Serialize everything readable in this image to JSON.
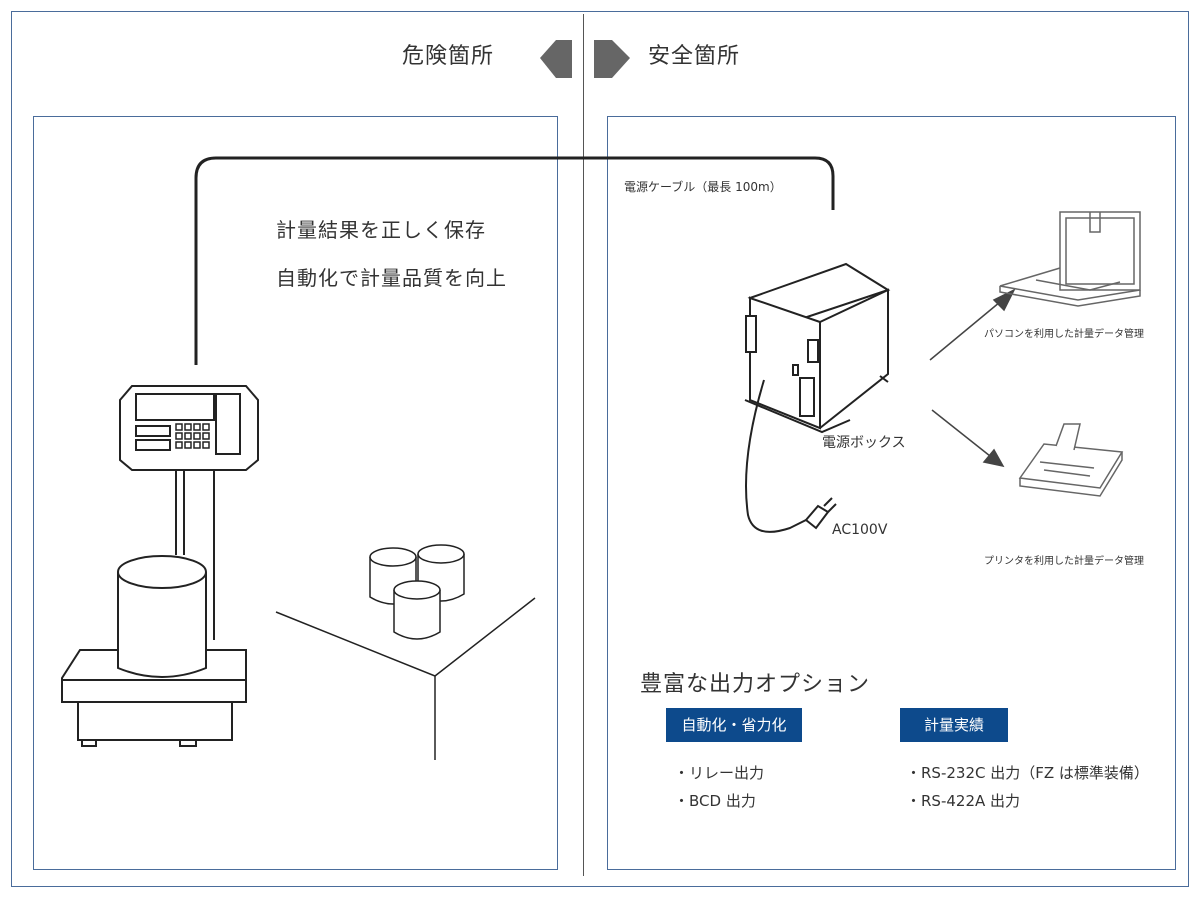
{
  "zones": {
    "danger_label": "危険箇所",
    "safe_label": "安全箇所"
  },
  "benefits": {
    "line1": "計量結果を正しく保存",
    "line2": "自動化で計量品質を向上"
  },
  "labels": {
    "cable": "電源ケーブル（最長 100m）",
    "power_box": "電源ボックス",
    "plug_voltage": "AC100V",
    "pc_management": "パソコンを利用した計量データ管理",
    "printer_management": "プリンタを利用した計量データ管理"
  },
  "options": {
    "title": "豊富な出力オプション",
    "groups": [
      {
        "tag": "自動化・省力化",
        "items": [
          "・リレー出力",
          "・BCD 出力"
        ]
      },
      {
        "tag": "計量実績",
        "items": [
          "・RS-232C 出力（FZ は標準装備）",
          "・RS-422A 出力"
        ]
      }
    ]
  },
  "colors": {
    "frame": "#4a6c9b",
    "tag_bg": "#0d4a8c",
    "arrow": "#666666",
    "line": "#222222"
  }
}
